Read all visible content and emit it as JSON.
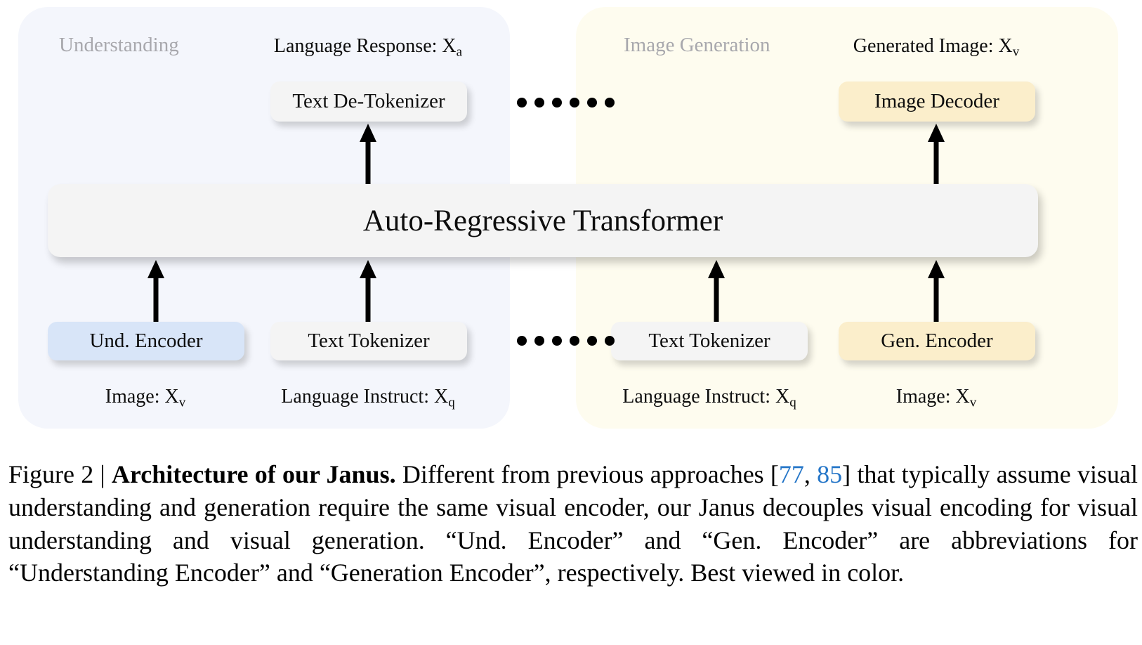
{
  "figure": {
    "panels": [
      {
        "id": "understanding",
        "title": "Understanding",
        "bg": "#f4f6fc"
      },
      {
        "id": "generation",
        "title": "Image Generation",
        "bg": "#fefcef"
      }
    ],
    "io_labels": {
      "language_response": "Language Response: X",
      "language_response_sub": "a",
      "generated_image": "Generated Image: X",
      "generated_image_sub": "v",
      "image_left": "Image: X",
      "image_left_sub": "v",
      "language_instruct_left": "Language Instruct: X",
      "language_instruct_left_sub": "q",
      "language_instruct_right": "Language Instruct: X",
      "language_instruct_right_sub": "q",
      "image_right": "Image: X",
      "image_right_sub": "v"
    },
    "modules": {
      "text_detokenizer": "Text De-Tokenizer",
      "image_decoder": "Image Decoder",
      "und_encoder": "Und. Encoder",
      "text_tokenizer_left": "Text Tokenizer",
      "text_tokenizer_right": "Text Tokenizer",
      "gen_encoder": "Gen. Encoder",
      "transformer": "Auto-Regressive Transformer"
    },
    "colors": {
      "understanding_panel": "#f4f6fc",
      "generation_panel": "#fefcef",
      "grey_module": "#f4f4f4",
      "blue_module": "#d8e5f8",
      "yellow_module": "#fbeecb",
      "panel_title_text": "#a8a8ad",
      "citation_link": "#2576c8",
      "arrow": "#000000"
    },
    "separator_dot_count": 6
  },
  "caption": {
    "prefix": "Figure 2 | ",
    "bold_title": "Architecture of our Janus.",
    "body_1": " Different from previous approaches [",
    "cite_1": "77",
    "cite_sep": ", ",
    "cite_2": "85",
    "body_2": "] that typically assume visual understanding and generation require the same visual encoder, our Janus decouples visual encoding for visual understanding and visual generation. “Und. Encoder” and “Gen. Encoder” are abbreviations for “Understanding Encoder” and “Generation Encoder”, respectively. Best viewed in color."
  }
}
